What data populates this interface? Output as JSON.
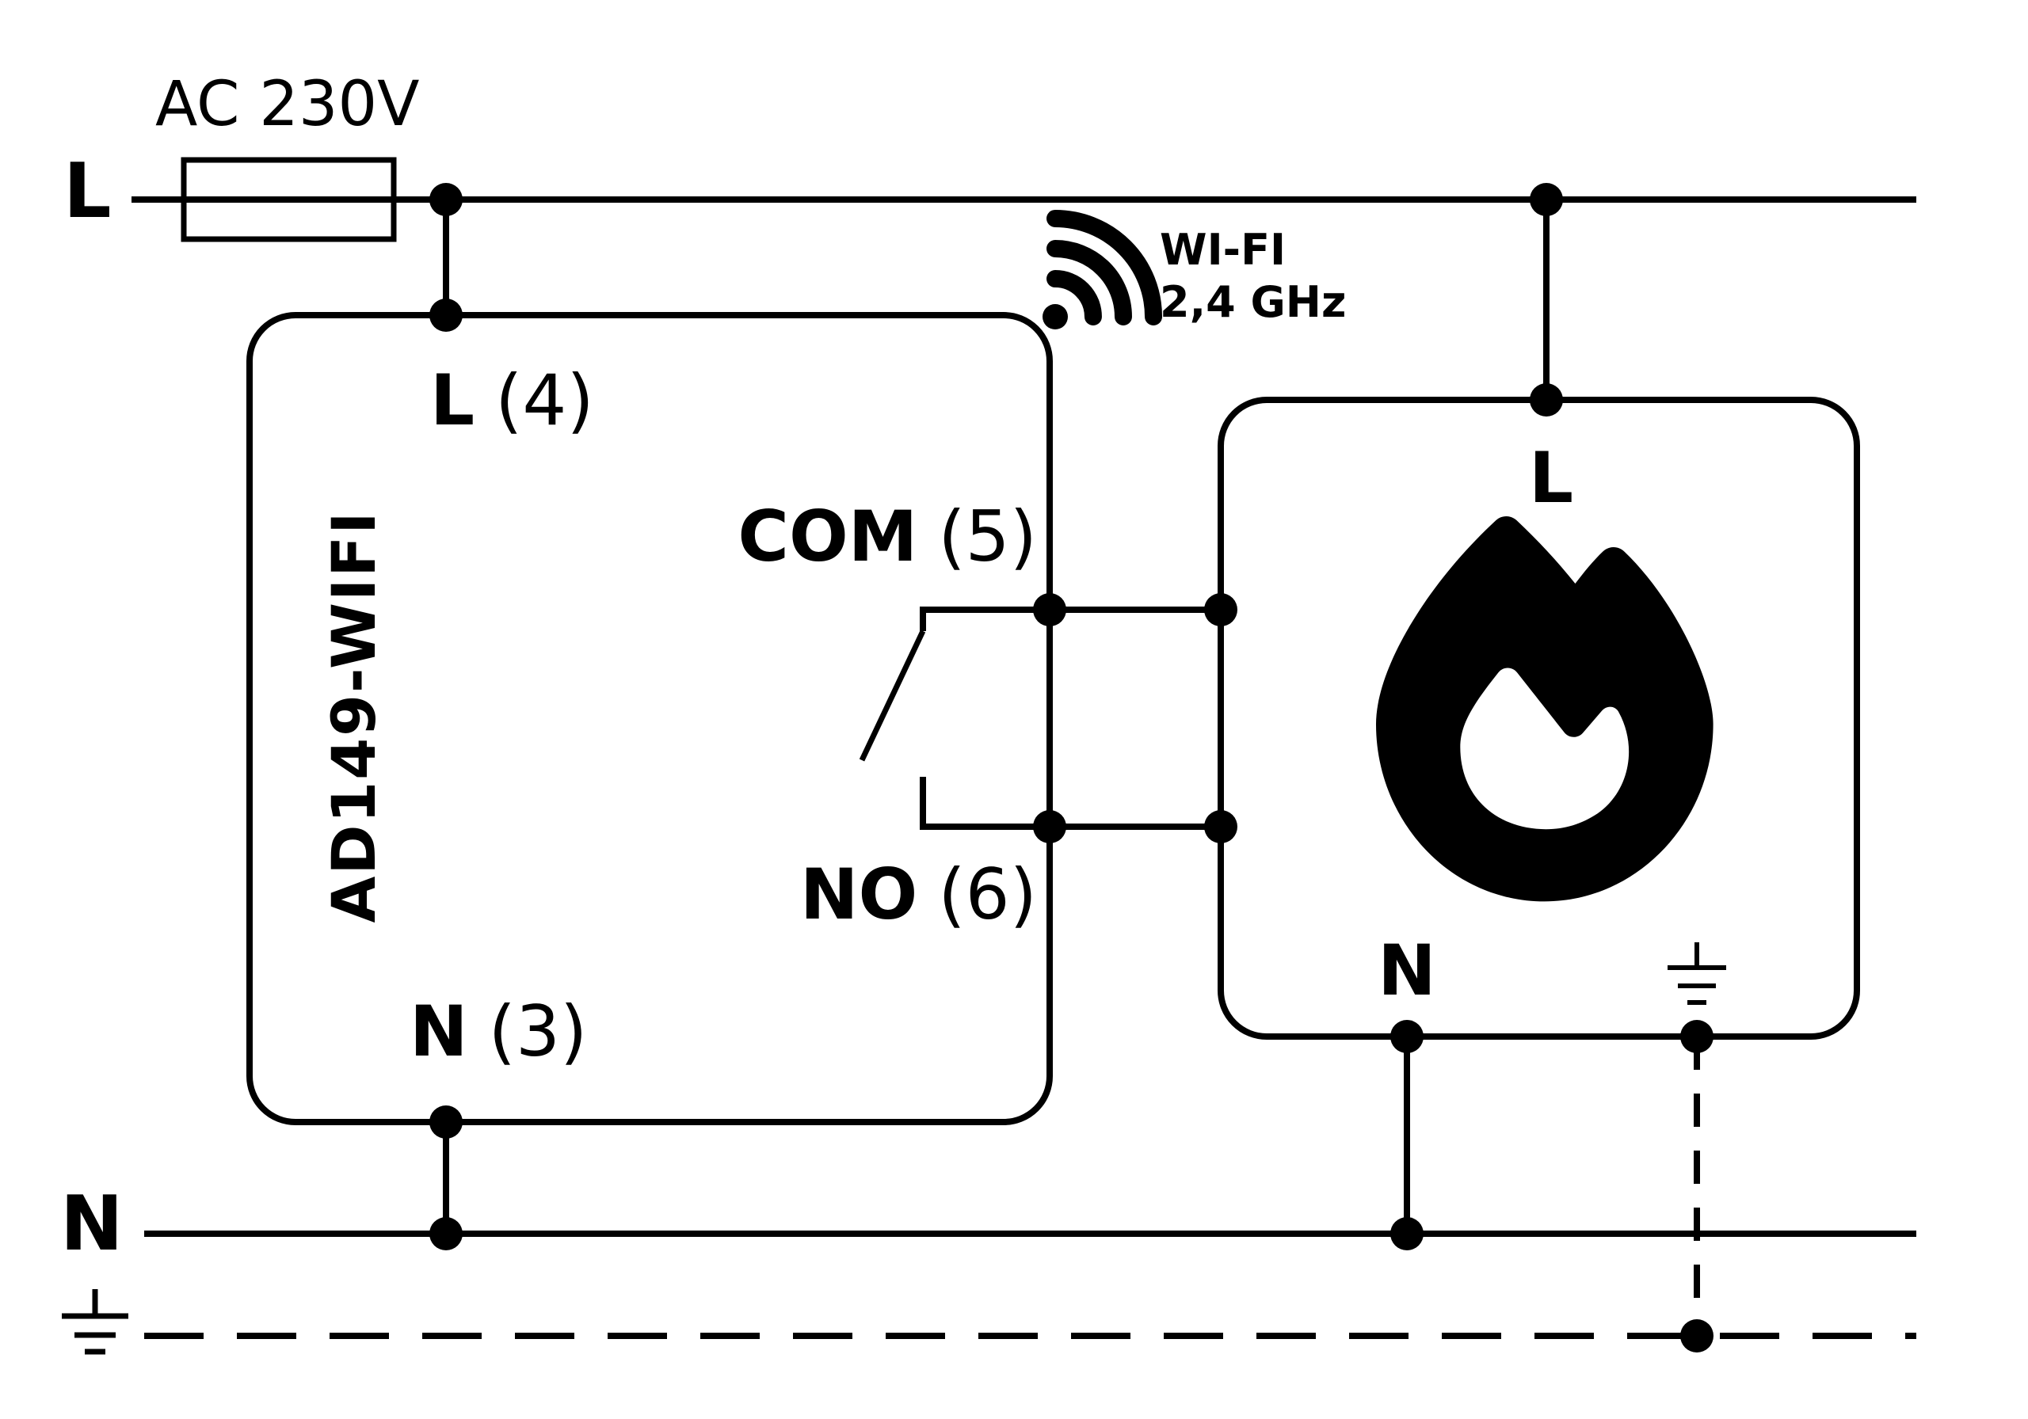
{
  "diagram": {
    "ac_label": "AC 230V",
    "live_label": "L",
    "neutral_label": "N",
    "wifi": {
      "line1": "WI-FI",
      "line2": "2,4 GHz"
    },
    "device": {
      "name": "AD149-WIFI",
      "terminal_l": {
        "name": "L",
        "pin": "(4)"
      },
      "terminal_n": {
        "name": "N",
        "pin": "(3)"
      },
      "terminal_com": {
        "name": "COM",
        "pin": "(5)"
      },
      "terminal_no": {
        "name": "NO",
        "pin": "(6)"
      }
    },
    "boiler": {
      "terminal_l": "L",
      "terminal_n": "N"
    },
    "colors": {
      "ink": "#000000",
      "background": "#ffffff"
    }
  }
}
